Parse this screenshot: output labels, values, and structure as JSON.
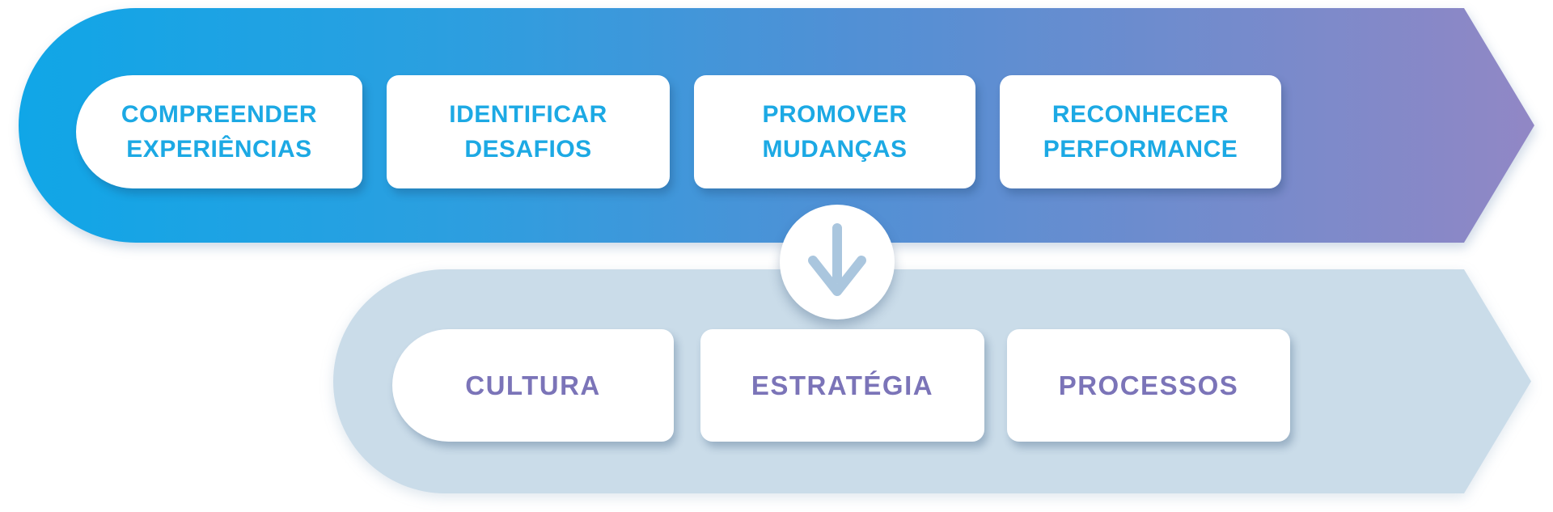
{
  "colors": {
    "banner_gradient_start": "#10A6E7",
    "banner_gradient_mid1": "#2B9FE0",
    "banner_gradient_mid2": "#5190D5",
    "banner_gradient_end": "#9187C5",
    "bottom_banner": "#CADCE9",
    "top_step_text": "#1CA9E4",
    "bottom_step_text": "#7B74B8",
    "arrow_icon": "#AAC6DE",
    "card_bg": "#FFFFFF"
  },
  "top_row": {
    "steps": [
      {
        "line1": "COMPREENDER",
        "line2": "EXPERIÊNCIAS"
      },
      {
        "line1": "IDENTIFICAR",
        "line2": "DESAFIOS"
      },
      {
        "line1": "PROMOVER",
        "line2": "MUDANÇAS"
      },
      {
        "line1": "RECONHECER",
        "line2": "PERFORMANCE"
      }
    ]
  },
  "connector": {
    "icon": "down-arrow"
  },
  "bottom_row": {
    "steps": [
      {
        "label": "CULTURA"
      },
      {
        "label": "ESTRATÉGIA"
      },
      {
        "label": "PROCESSOS"
      }
    ]
  }
}
